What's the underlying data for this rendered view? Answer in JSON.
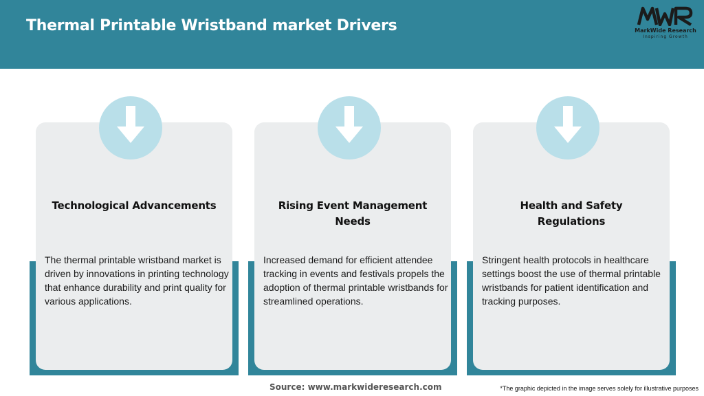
{
  "header": {
    "title": "Thermal Printable Wristband market Drivers",
    "background_color": "#31859a"
  },
  "logo": {
    "mark": "MWR",
    "name": "MarkWide Research",
    "tagline": "Inspiring Growth"
  },
  "cards": [
    {
      "title": "Technological Advancements",
      "text": "The thermal printable wristband market is driven by innovations in printing technology that enhance durability and print quality for various applications.",
      "icon": "down-arrow-icon"
    },
    {
      "title": "Rising Event Management Needs",
      "text": "Increased demand for efficient attendee tracking in events and festivals propels the adoption of thermal printable wristbands for streamlined operations.",
      "icon": "down-arrow-icon"
    },
    {
      "title": "Health and Safety Regulations",
      "text": "Stringent health protocols in healthcare settings boost the use of thermal printable wristbands for patient identification and tracking purposes.",
      "icon": "down-arrow-icon"
    }
  ],
  "footer": {
    "source": "Source: www.markwideresearch.com",
    "note": "*The graphic depicted in the image serves solely for illustrative purposes"
  },
  "colors": {
    "accent": "#31859a",
    "card_bg": "#ebedee",
    "icon_circle": "#b9dfe9"
  }
}
